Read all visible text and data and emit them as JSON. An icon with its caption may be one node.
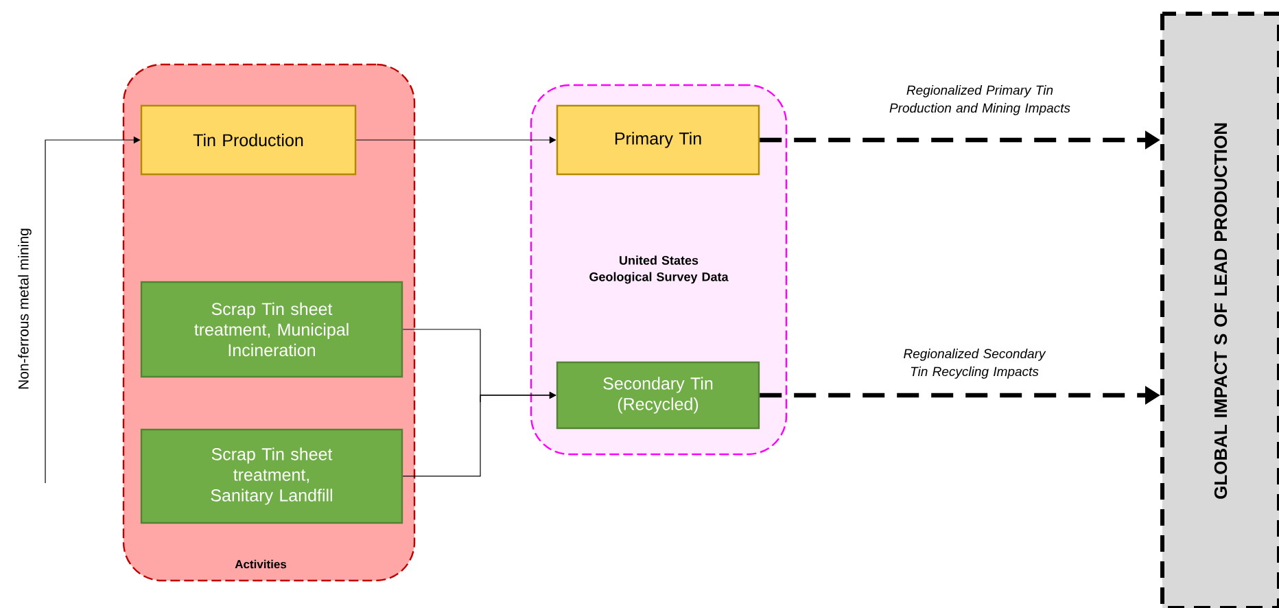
{
  "diagram": {
    "nodes": [
      {
        "text": [
          "Activities"
        ]
      },
      {
        "text": [
          "Tin Production"
        ],
        "in": 0
      },
      {
        "text": [
          "Scrap Tin sheet treatment, Municipal Incineration"
        ],
        "in": 0
      },
      {
        "text": [
          "Scrap Tin sheet treatment, Sanitary Landfill"
        ],
        "in": 0
      },
      {
        "text": [
          "United States Geological Survey Data"
        ]
      },
      {
        "text": [
          "Primary Tin"
        ],
        "in": 4
      },
      {
        "text": [
          "Secondary Tin (Recycled)"
        ],
        "in": 4
      },
      {
        "text": [
          "GLOBAL IMPACT S OF LEAD PRODUCTION"
        ]
      },
      {
        "text": [
          "Non-ferrous metal mining"
        ]
      }
    ],
    "edges": [
      {
        "from": 8,
        "to": 1,
        "arrow": "to"
      },
      {
        "from": 1,
        "to": 5,
        "arrow": "to"
      },
      {
        "from": 2,
        "to": 6,
        "arrow": "to"
      },
      {
        "from": 3,
        "to": 6,
        "arrow": "to"
      },
      {
        "from": 5,
        "to": 7,
        "arrow": "to",
        "style": "dashed",
        "label": "Regionalized Primary Tin Production and Mining Impacts"
      },
      {
        "from": 6,
        "to": 7,
        "arrow": "to",
        "style": "dashed",
        "label": "Regionalized Secondary Tin Recycling Impacts"
      }
    ]
  }
}
